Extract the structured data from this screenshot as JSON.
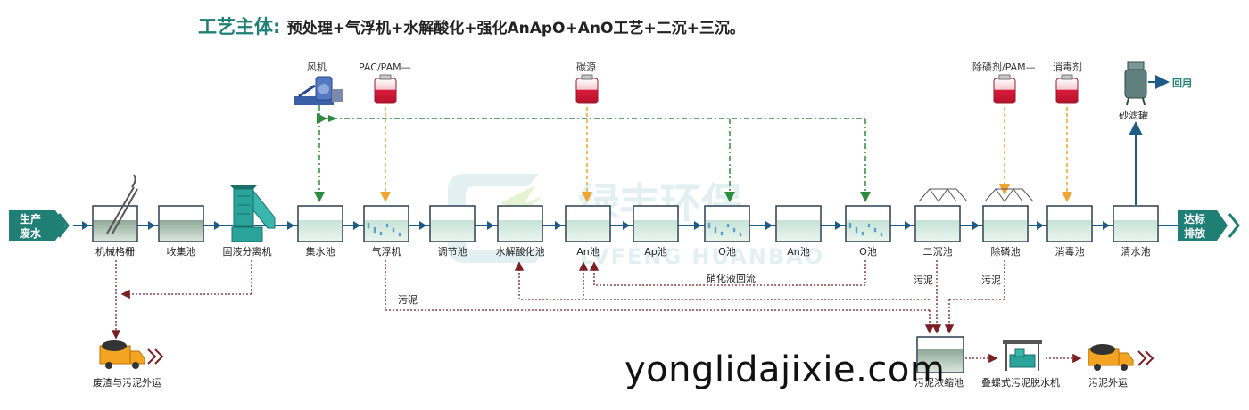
{
  "title": {
    "head": "工艺主体",
    "colon": ":",
    "body": "预处理+气浮机+水解酸化+强化AnApO+AnO工艺+二沉+三沉。"
  },
  "inflow": {
    "line1": "生产",
    "line2": "废水"
  },
  "outflow": {
    "line1": "达标",
    "line2": "排放"
  },
  "units": [
    {
      "label": "机械格栅"
    },
    {
      "label": "收集池"
    },
    {
      "label": "固液分离机"
    },
    {
      "label": "集水池"
    },
    {
      "label": "气浮机"
    },
    {
      "label": "调节池"
    },
    {
      "label": "水解酸化池"
    },
    {
      "label": "An池"
    },
    {
      "label": "Ap池"
    },
    {
      "label": "O池"
    },
    {
      "label": "An池"
    },
    {
      "label": "O池"
    },
    {
      "label": "二沉池"
    },
    {
      "label": "除磷池"
    },
    {
      "label": "消毒池"
    },
    {
      "label": "清水池"
    }
  ],
  "dosing": {
    "blower": "风机",
    "pac1": "PAC/PAM—",
    "carbon": "碳源",
    "pac2": "除磷剂/PAM—",
    "disinfect": "消毒剂"
  },
  "sand_filter": "砂滤罐",
  "reuse": "回用",
  "nitrate_return": "硝化液回流",
  "sludge": "污泥",
  "bottom": {
    "truck1": "废渣与污泥外运",
    "thickener": "污泥浓缩池",
    "dewater": "叠螺式污泥脱水机",
    "truck2": "污泥外运"
  },
  "logo": {
    "cn": "绿丰环保",
    "en": "LVFENG HUANBAO"
  },
  "watermark": "yonglidajixie.com",
  "colors": {
    "teal": "#1f7f74",
    "flow_line": "#1e5b87",
    "air_line": "#2e8b3e",
    "dosing_line": "#f0a431",
    "sludge_line": "#7a1f23",
    "tank_stroke": "#2c3e50",
    "water_light": "#e3f2ec",
    "water_dark": "#9bb3a4",
    "chem_red": "#d81b3a",
    "truck": "#f2a422"
  }
}
